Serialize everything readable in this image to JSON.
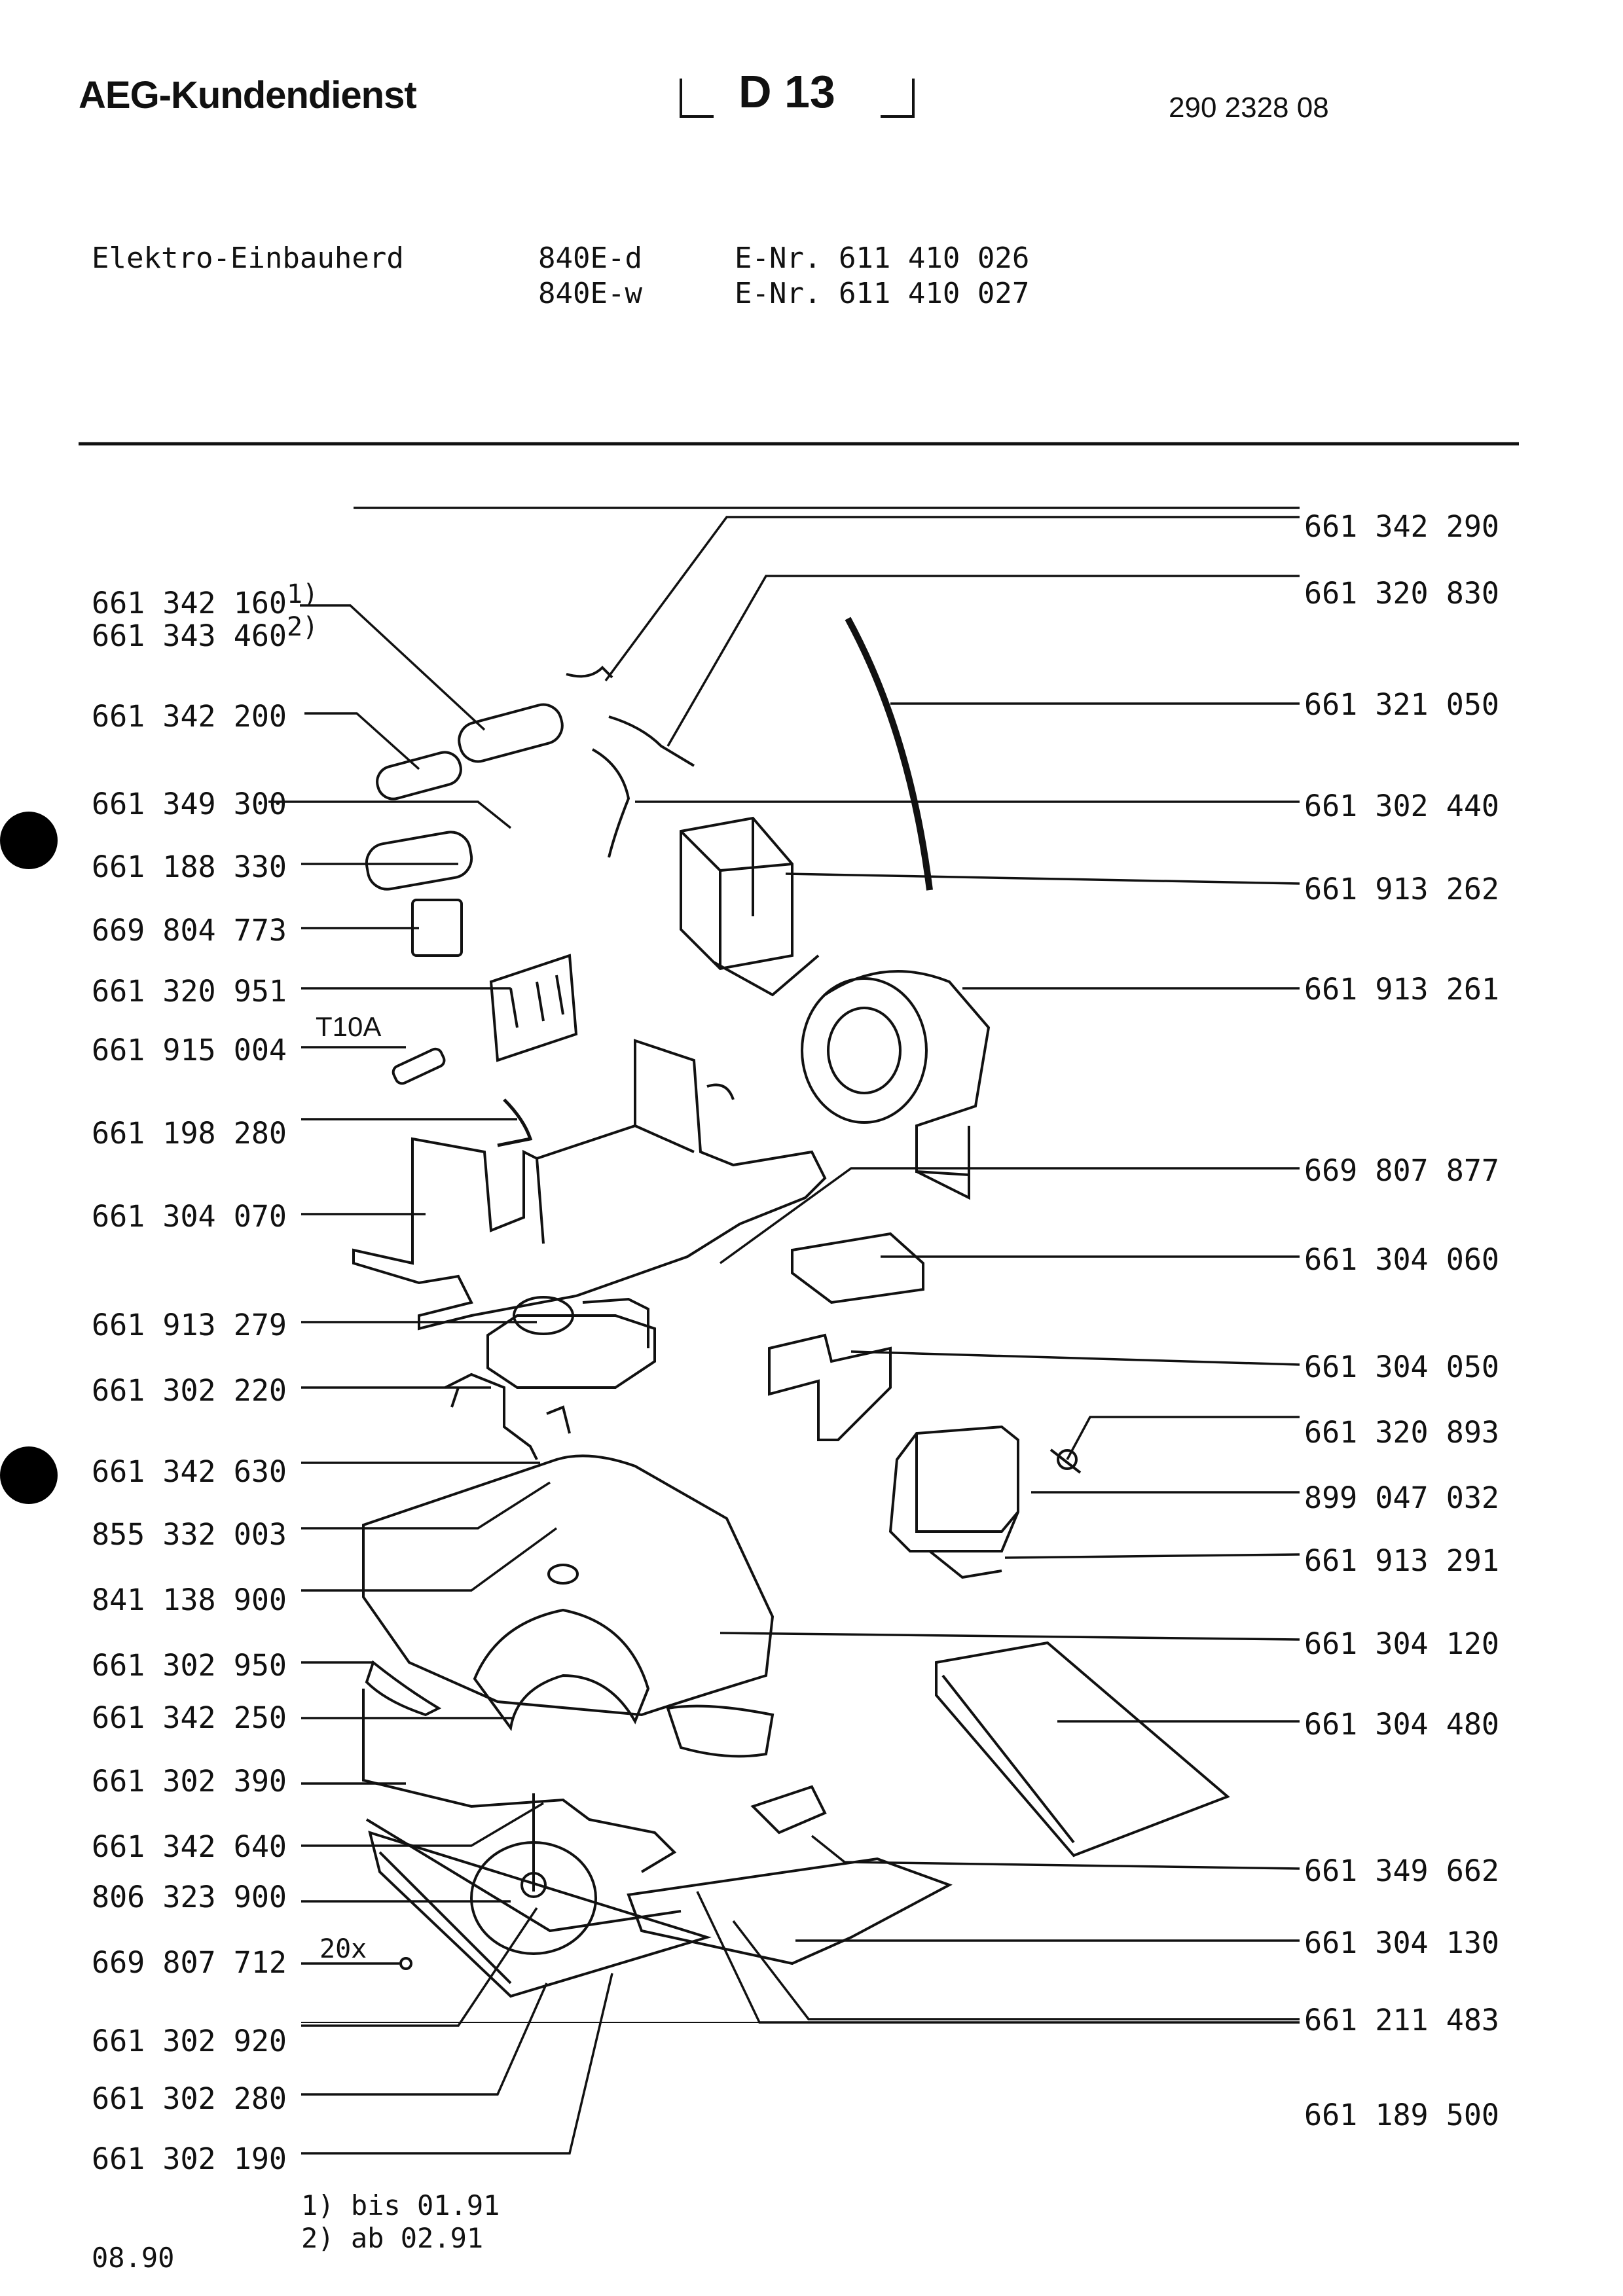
{
  "header": {
    "brand": "AEG-Kundendienst",
    "sheet": "D 13",
    "doc_number": "290 2328 08"
  },
  "product": {
    "name": "Elektro-Einbauherd",
    "models": [
      {
        "model": "840E-d",
        "enr": "E-Nr. 611 410 026"
      },
      {
        "model": "840E-w",
        "enr": "E-Nr. 611 410 027"
      }
    ]
  },
  "parts_left": [
    {
      "no": "661 342 160",
      "sup": "1)"
    },
    {
      "no": "661 343 460",
      "sup": "2)"
    },
    {
      "no": "661 342 200"
    },
    {
      "no": "661 349 300"
    },
    {
      "no": "661 188 330"
    },
    {
      "no": "669 804 773"
    },
    {
      "no": "661 320 951"
    },
    {
      "no": "661 915 004"
    },
    {
      "no": "661 198 280"
    },
    {
      "no": "661 304 070"
    },
    {
      "no": "661 913 279"
    },
    {
      "no": "661 302 220"
    },
    {
      "no": "661 342 630"
    },
    {
      "no": "855 332 003"
    },
    {
      "no": "841 138 900"
    },
    {
      "no": "661 302 950"
    },
    {
      "no": "661 342 250"
    },
    {
      "no": "661 302 390"
    },
    {
      "no": "661 342 640"
    },
    {
      "no": "806 323 900"
    },
    {
      "no": "669 807 712"
    },
    {
      "no": "661 302 920"
    },
    {
      "no": "661 302 280"
    },
    {
      "no": "661 302 190"
    }
  ],
  "parts_right": [
    "661 342 290",
    "661 320 830",
    "661 321 050",
    "661 302 440",
    "661 913 262",
    "661 913 261",
    "669 807 877",
    "661 304 060",
    "661 304 050",
    "661 320 893",
    "899 047 032",
    "661 913 291",
    "661 304 120",
    "661 304 480",
    "661 349 662",
    "661 304 130",
    "661 211 483",
    "661 189 500"
  ],
  "annotations": {
    "fuse": "T10A",
    "qty": "20x"
  },
  "footnotes": [
    "1) bis 01.91",
    "2) ab  02.91"
  ],
  "date": "08.90"
}
